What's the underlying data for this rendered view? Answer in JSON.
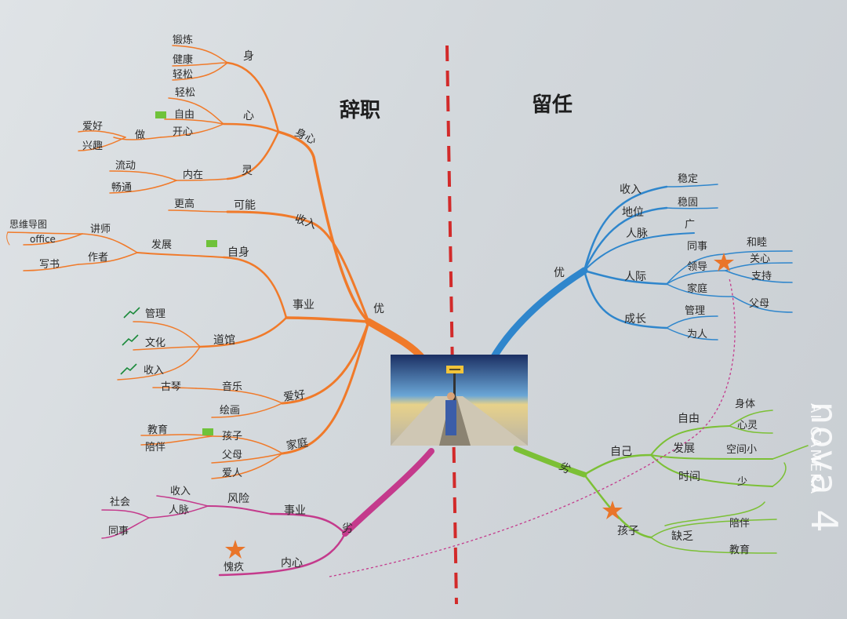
{
  "titles": {
    "left": "辞职",
    "right": "留任"
  },
  "watermark": {
    "brand": "nova 4",
    "sub": "AI CAMERA"
  },
  "central_image": {
    "description_icon": "crossroads-sign-icon"
  },
  "labels": {
    "duanlian": "锻炼",
    "jiankang": "健康",
    "qingsong1": "轻松",
    "shen": "身",
    "qingsong2": "轻松",
    "ziyou1": "自由",
    "xin": "心",
    "kaixin": "开心",
    "aihao1": "爱好",
    "zuo": "做",
    "xingqu": "兴趣",
    "liudong": "流动",
    "neizai": "内在",
    "ling": "灵",
    "changtong": "畅通",
    "shenxin": "身心",
    "genggao": "更高",
    "keneng": "可能",
    "shouru1": "收入",
    "siwei": "思维导图",
    "jiangshi": "讲师",
    "office": "office",
    "fazhan1": "发展",
    "zishen": "自身",
    "xieshu": "写书",
    "zuozhe": "作者",
    "guanli1": "管理",
    "shiye1": "事业",
    "wenhua": "文化",
    "daoguan": "道馆",
    "shouru2": "收入",
    "you1": "优",
    "guqin": "古琴",
    "yinyue": "音乐",
    "huihua": "绘画",
    "aihao2": "爱好",
    "jiaoyu1": "教育",
    "haizi1": "孩子",
    "peiban1": "陪伴",
    "fumu1": "父母",
    "jiating1": "家庭",
    "airen": "爱人",
    "shouru3": "收入",
    "shehui": "社会",
    "renmai1": "人脉",
    "fengxian": "风险",
    "shiye2": "事业",
    "tongshi1": "同事",
    "lie1": "劣",
    "kuijiu": "愧疚",
    "neixin": "内心",
    "shouru4": "收入",
    "wending1": "稳定",
    "diwei": "地位",
    "wending2": "稳固",
    "renmai2": "人脉",
    "guang": "广",
    "tongshi2": "同事",
    "hemu": "和睦",
    "lingdao": "领导",
    "guanxin": "关心",
    "you2": "优",
    "renji": "人际",
    "zhichi": "支持",
    "jiating2": "家庭",
    "fumu2": "父母",
    "guanli2": "管理",
    "chengzhang": "成长",
    "weiren": "为人",
    "shenti": "身体",
    "ziyou2": "自由",
    "xinling": "心灵",
    "fazhan2": "发展",
    "kongjian": "空间小",
    "ziji": "自己",
    "lie2": "劣",
    "shijian": "时间",
    "shao": "少",
    "peiban2": "陪伴",
    "haizi2": "孩子",
    "quefa": "缺乏",
    "jiaoyu2": "教育"
  },
  "colors": {
    "orange": "#f07a2a",
    "pink": "#c43a8c",
    "blue": "#2f86cc",
    "green": "#7cc036",
    "red": "#d22a2a"
  }
}
